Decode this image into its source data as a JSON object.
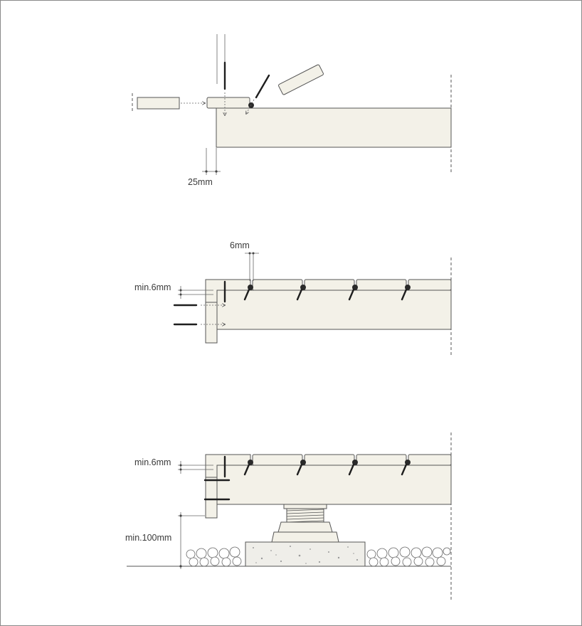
{
  "labels": {
    "offset_25": "25mm",
    "gap_6": "6mm",
    "min_6_a": "min.6mm",
    "min_6_b": "min.6mm",
    "min_100": "min.100mm"
  },
  "colors": {
    "board_fill": "#f3f1e8",
    "outline": "#555555",
    "screw": "#1e1e1e"
  }
}
